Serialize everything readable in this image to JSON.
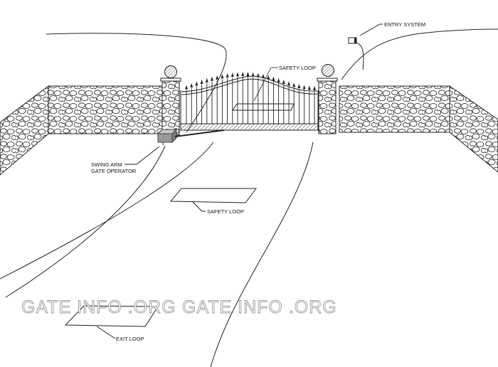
{
  "labels": {
    "entry_system": "ENTRY SYSTEM",
    "safety_loop_gate": "SAFETY LOOP",
    "safety_loop_drive": "SAFETY LOOP",
    "swing_arm_line1": "SWING ARM",
    "swing_arm_line2": "GATE OPERATOR",
    "exit_loop": "EXIT LOOP"
  },
  "watermark": [
    "GATE INFO .ORG",
    "GATE INFO .ORG"
  ],
  "colors": {
    "line": "#222222",
    "operator": "#9a9a9a",
    "watermark_stroke": "#999999"
  }
}
